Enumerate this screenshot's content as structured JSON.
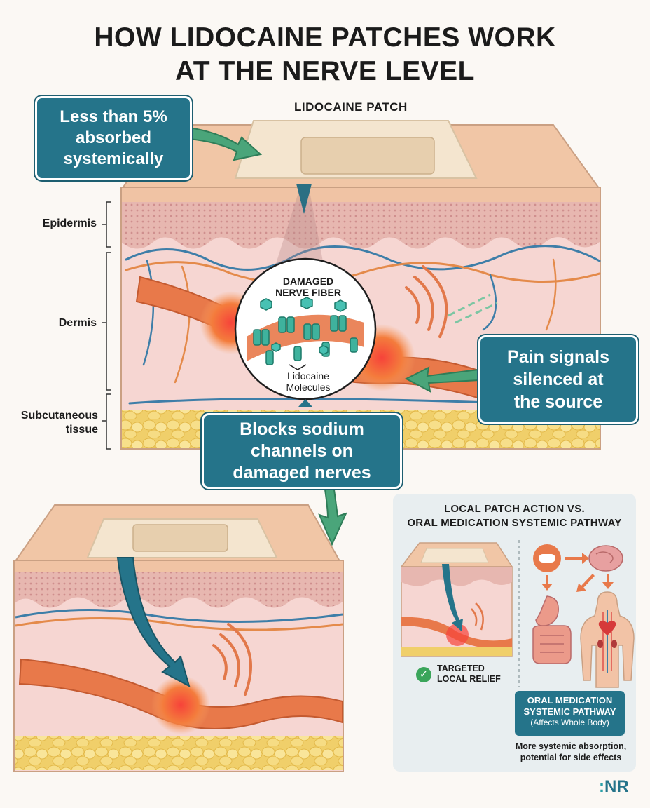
{
  "title_line1": "HOW LIDOCAINE PATCHES WORK",
  "title_line2": "AT THE NERVE LEVEL",
  "patch_label": "LIDOCAINE PATCH",
  "callouts": {
    "absorbed": [
      "Less than 5%",
      "absorbed",
      "systemically"
    ],
    "silenced": [
      "Pain signals",
      "silenced at",
      "the source"
    ],
    "blocks": [
      "Blocks sodium",
      "channels on",
      "damaged nerves"
    ]
  },
  "layers": {
    "epidermis": "Epidermis",
    "dermis": "Dermis",
    "subcutaneous": [
      "Subcutaneous",
      "tissue"
    ]
  },
  "zoom_circle": {
    "top": [
      "DAMAGED",
      "NERVE FIBER"
    ],
    "bottom": [
      "Lidocaine",
      "Molecules"
    ]
  },
  "comparison": {
    "title": [
      "LOCAL PATCH ACTION VS.",
      "ORAL MEDICATION SYSTEMIC PATHWAY"
    ],
    "local": [
      "TARGETED",
      "LOCAL RELIEF"
    ],
    "oral_title": [
      "ORAL MEDICATION",
      "SYSTEMIC PATHWAY"
    ],
    "oral_sub": "(Affects Whole Body)",
    "note": [
      "More systemic absorption,",
      "potential for side effects"
    ]
  },
  "logo": {
    "accent": ":",
    "rest": "NR"
  },
  "colors": {
    "teal": "#25748a",
    "green_arrow": "#4aa57a",
    "skin": "#f3c9a8",
    "nerve": "#e86a3a",
    "fat": "#f3d46a"
  }
}
